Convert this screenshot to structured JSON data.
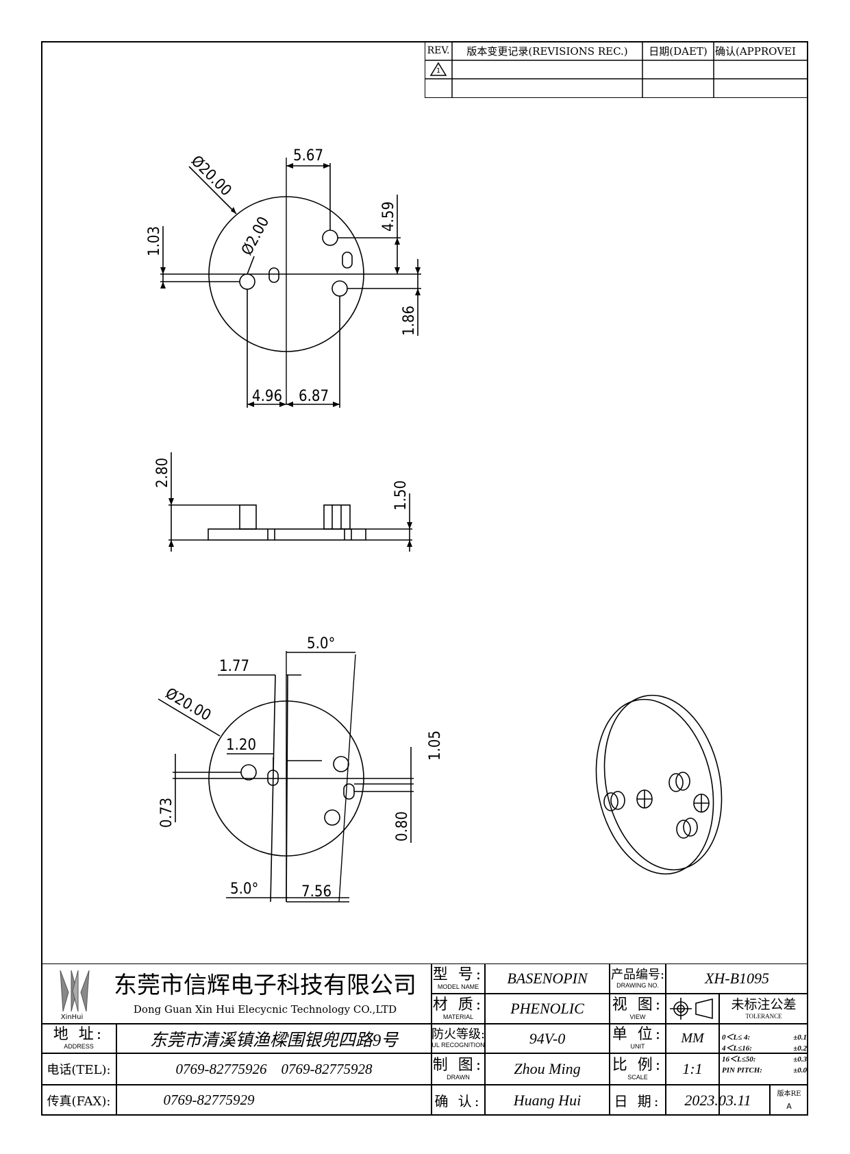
{
  "revision_table": {
    "headers": {
      "rev": "REV.",
      "record": "版本变更记录(REVISIONS REC.)",
      "date": "日期(DAET)",
      "approve": "确认(APPROVEI"
    },
    "row1_rev": "1"
  },
  "top_view": {
    "dia_outer": "Ø20.00",
    "dia_hole": "Ø2.00",
    "dim_top": "5.67",
    "dim_right_upper": "4.59",
    "dim_left": "1.03",
    "dim_right_lower": "1.86",
    "dim_bottom_left": "4.96",
    "dim_bottom_right": "6.87"
  },
  "side_view": {
    "dim_left": "2.80",
    "dim_right": "1.50"
  },
  "bottom_view": {
    "angle_top": "5.0°",
    "dim_177": "1.77",
    "dia_outer": "Ø20.00",
    "dim_120": "1.20",
    "dim_105": "1.05",
    "dim_073": "0.73",
    "dim_080": "0.80",
    "angle_bottom": "5.0°",
    "dim_756": "7.56"
  },
  "title_block": {
    "company_cn": "东莞市信辉电子科技有限公司",
    "company_en": "Dong Guan Xin Hui Elecycnic Technology CO.,LTD",
    "logo_text": "XinHui",
    "address_label_cn": "地 址:",
    "address_label_en": "ADDRESS",
    "address_value": "东莞市清溪镇渔樑围银兜四路9号",
    "tel_label": "电话(TEL):",
    "tel_value": "0769-82775926    0769-82775928",
    "fax_label": "传真(FAX):",
    "fax_value": "0769-82775929",
    "model_label_cn": "型 号:",
    "model_label_en": "MODEL NAME",
    "model_value": "BASENOPIN",
    "material_label_cn": "材 质:",
    "material_label_en": "MATERIAL",
    "material_value": "PHENOLIC",
    "ul_label_cn": "防火等级:",
    "ul_label_en": "UL RECOGNITION",
    "ul_value": "94V-0",
    "drawn_label_cn": "制 图:",
    "drawn_label_en": "DRAWN",
    "drawn_value": "Zhou Ming",
    "confirm_label": "确 认:",
    "confirm_value": "Huang Hui",
    "drawing_no_label_cn": "产品编号:",
    "drawing_no_label_en": "DRAWING NO.",
    "drawing_no_value": "XH-B1095",
    "view_label_cn": "视 图:",
    "view_label_en": "VIEW",
    "unit_label_cn": "单 位:",
    "unit_label_en": "UNIT",
    "unit_value": "MM",
    "scale_label_cn": "比 例:",
    "scale_label_en": "SCALE",
    "scale_value": "1:1",
    "date_label": "日 期:",
    "date_value": "2023.03.11",
    "tolerance_title_cn": "未标注公差",
    "tolerance_title_en": "TOLERANCE",
    "tolerance_rows": [
      {
        "range": "0＜L≤ 4:",
        "value": "±0.1"
      },
      {
        "range": "4＜L≤16:",
        "value": "±0.2"
      },
      {
        "range": "16＜L≤50:",
        "value": "±0.3"
      },
      {
        "range": "PIN PITCH:",
        "value": "±0.0"
      }
    ],
    "version_label": "版本RE",
    "version_value": "A"
  }
}
